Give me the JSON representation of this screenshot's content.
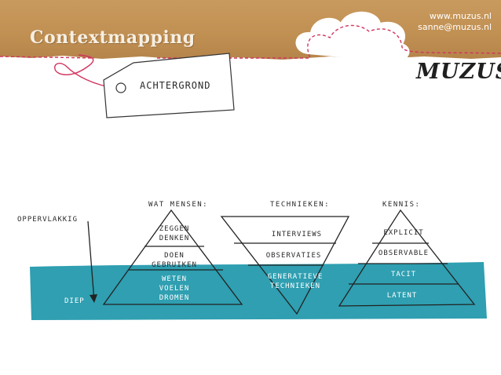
{
  "header": {
    "title": "Contextmapping",
    "contact": [
      "www.muzus.nl",
      "sanne@muzus.nl"
    ],
    "logo": "MUZUS"
  },
  "tag": {
    "label": "ACHTERGROND"
  },
  "diagram": {
    "headings": {
      "people": "WAT MENSEN:",
      "techniques": "TECHNIEKEN:",
      "knowledge": "KENNIS:"
    },
    "depth": {
      "top": "OPPERVLAKKIG",
      "bottom": "DIEP"
    },
    "people_levels": [
      [
        "ZEGGEN",
        "DENKEN"
      ],
      [
        "DOEN",
        "GEBRUIKEN"
      ],
      [
        "WETEN",
        "VOELEN",
        "DROMEN"
      ]
    ],
    "technique_levels": [
      [
        "INTERVIEWS"
      ],
      [
        "OBSERVATIES"
      ],
      [
        "GENERATIEVE",
        "TECHNIEKEN"
      ]
    ],
    "knowledge_levels": [
      [
        "EXPLICIT"
      ],
      [
        "OBSERVABLE"
      ],
      [
        "TACIT"
      ],
      [
        "LATENT"
      ]
    ]
  },
  "colors": {
    "water": "#2f9fb1",
    "kraft": "#c39256",
    "stitch": "#d2335e"
  }
}
